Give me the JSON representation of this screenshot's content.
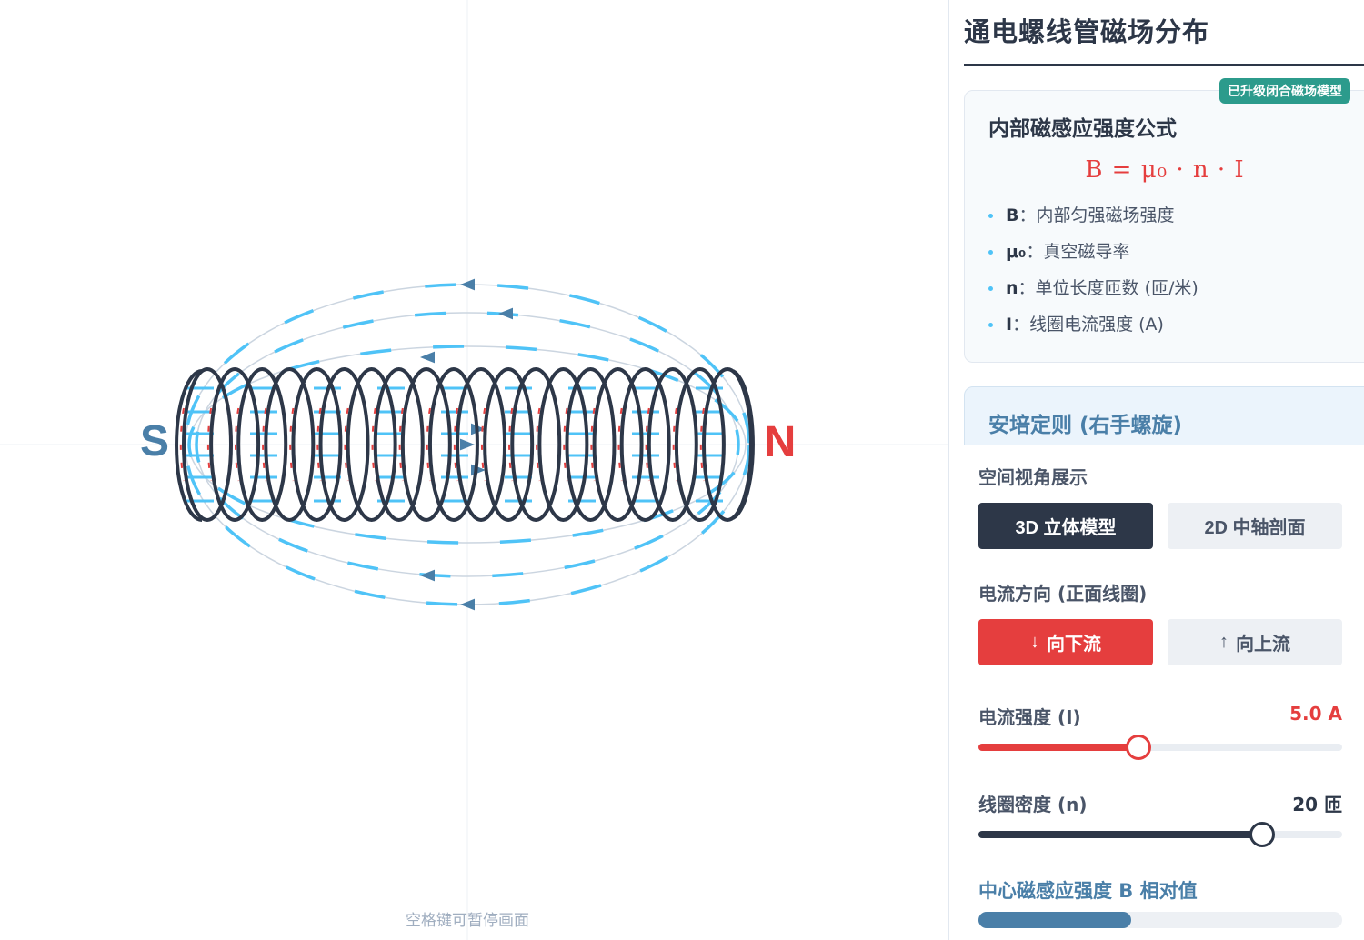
{
  "canvas": {
    "pole_south": "S",
    "pole_north": "N",
    "pause_hint": "空格键可暂停画面",
    "colors": {
      "coil": "#2d3748",
      "coil_highlight": "#e53e3e",
      "field_line": "#4fc3f7",
      "field_guide": "#cbd5e0",
      "arrow": "#4a7fa8",
      "south": "#4a7fa8",
      "north": "#e53e3e"
    }
  },
  "panel": {
    "title": "通电螺线管磁场分布",
    "formula_card": {
      "badge": "已升级闭合磁场模型",
      "heading": "内部磁感应强度公式",
      "formula": "B = μ₀ · n · I",
      "definitions": [
        {
          "symbol": "B",
          "text": "：内部匀强磁场强度"
        },
        {
          "symbol": "μ₀",
          "text": "：真空磁导率"
        },
        {
          "symbol": "n",
          "text": "：单位长度匝数 (匝/米)"
        },
        {
          "symbol": "I",
          "text": "：线圈电流强度 (A)"
        }
      ]
    },
    "ampere_heading": "安培定则 (右手螺旋)",
    "view": {
      "label": "空间视角展示",
      "options": [
        "3D 立体模型",
        "2D 中轴剖面"
      ],
      "selected": "3D 立体模型"
    },
    "direction": {
      "label": "电流方向 (正面线圈)",
      "down_arrow": "↓",
      "down_label": "向下流",
      "up_arrow": "↑",
      "up_label": "向上流",
      "selected": "向下流"
    },
    "current": {
      "label": "电流强度 (I)",
      "value_text": "5.0 A",
      "fraction": 0.44
    },
    "density": {
      "label": "线圈密度 (n)",
      "value_text": "20 匝",
      "fraction": 0.78
    },
    "field_strength": {
      "label": "中心磁感应强度 B 相对值",
      "fraction": 0.42
    }
  }
}
